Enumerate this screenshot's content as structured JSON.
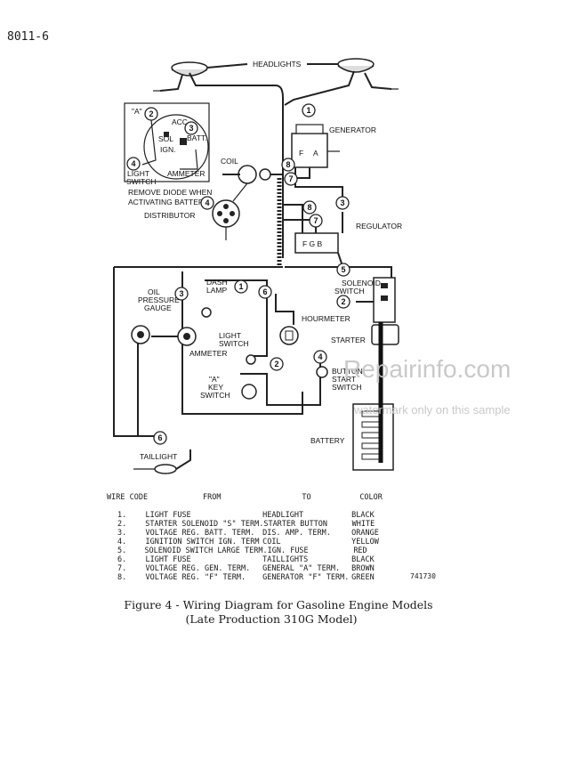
{
  "page_number": "8011-6",
  "labels": {
    "headlights": "HEADLIGHTS",
    "generator": "GENERATOR",
    "gen_f": "F",
    "gen_a": "A",
    "coil": "COIL",
    "remove_diode_1": "REMOVE DIODE WHEN",
    "remove_diode_2": "ACTIVATING BATTERY",
    "distributor": "DISTRIBUTOR",
    "regulator": "REGULATOR",
    "reg_fgb": "F G B",
    "solenoid_switch_1": "SOLENOID",
    "solenoid_switch_2": "SWITCH",
    "starter": "STARTER",
    "hourmeter": "HOURMETER",
    "button_start_1": "BUTTON",
    "button_start_2": "START",
    "button_start_3": "SWITCH",
    "battery": "BATTERY",
    "taillight": "TAILLIGHT",
    "dash_lamp_1": "DASH",
    "dash_lamp_2": "LAMP",
    "oil_pressure_1": "OIL",
    "oil_pressure_2": "PRESSURE",
    "oil_pressure_3": "GAUGE",
    "light_switch_1": "LIGHT",
    "light_switch_2": "SWITCH",
    "ammeter": "AMMETER",
    "a_key_1": "\"A\"",
    "a_key_2": "KEY",
    "a_key_3": "SWITCH",
    "inset_a": "\"A\"",
    "inset_acc": "ACC.",
    "inset_sol": "SOL",
    "inset_batt": "BATT.",
    "inset_ign": "IGN.",
    "inset_light_switch_1": "LIGHT",
    "inset_light_switch_2": "SWITCH",
    "inset_ammeter": "AMMETER"
  },
  "watermark": {
    "main": "Repairinfo.com",
    "sub": "watermark only on this sample"
  },
  "wire_table": {
    "headers": {
      "code": "WIRE CODE",
      "from": "FROM",
      "to": "TO",
      "color": "COLOR"
    },
    "rows": [
      {
        "code": "1.",
        "from": "LIGHT FUSE",
        "to": "HEADLIGHT",
        "color": "BLACK"
      },
      {
        "code": "2.",
        "from": "STARTER SOLENOID \"S\" TERM.",
        "to": "STARTER BUTTON",
        "color": "WHITE"
      },
      {
        "code": "3.",
        "from": "VOLTAGE REG. BATT. TERM.",
        "to": "DIS. AMP. TERM.",
        "color": "ORANGE"
      },
      {
        "code": "4.",
        "from": "IGNITION SWITCH IGN. TERM",
        "to": "COIL",
        "color": "YELLOW"
      },
      {
        "code": "5.",
        "from": "SOLENOID SWITCH LARGE TERM.",
        "to": "IGN. FUSE",
        "color": "RED"
      },
      {
        "code": "6.",
        "from": "LIGHT FUSE",
        "to": "TAILLIGHTS",
        "color": "BLACK"
      },
      {
        "code": "7.",
        "from": "VOLTAGE REG. GEN. TERM.",
        "to": "GENERAL \"A\" TERM.",
        "color": "BROWN"
      },
      {
        "code": "8.",
        "from": "VOLTAGE REG. \"F\" TERM.",
        "to": "GENERATOR \"F\" TERM.",
        "color": "GREEN"
      }
    ]
  },
  "figure_ref": "741730",
  "caption": {
    "line1": "Figure 4 - Wiring Diagram for Gasoline Engine Models",
    "line2": "(Late Production 310G Model)"
  }
}
